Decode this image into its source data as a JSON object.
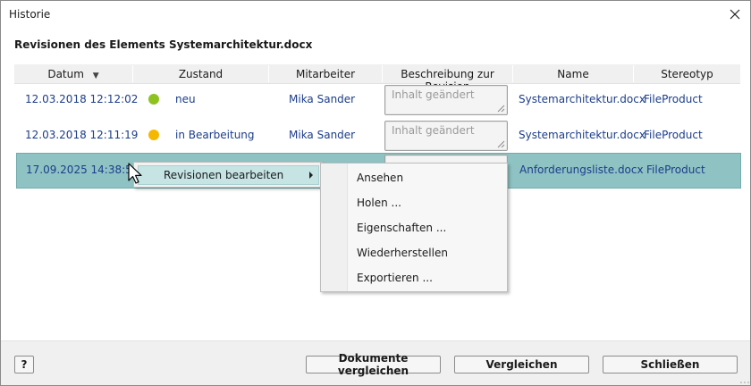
{
  "window": {
    "title": "Historie"
  },
  "heading": "Revisionen des Elements Systemarchitektur.docx",
  "table": {
    "columns": [
      "Datum",
      "Zustand",
      "Mitarbeiter",
      "Beschreibung zur Revision",
      "Name",
      "Stereotyp"
    ],
    "sort_indicator": "▼",
    "rows": [
      {
        "datum": "12.03.2018 12:12:02",
        "zustand": "neu",
        "status_color": "#8dc21f",
        "mitarbeiter": "Mika Sander",
        "beschreibung": "Inhalt geändert",
        "name": "Systemarchitektur.docx",
        "stereotyp": "FileProduct"
      },
      {
        "datum": "12.03.2018 12:11:19",
        "zustand": "in Bearbeitung",
        "status_color": "#f5b800",
        "mitarbeiter": "Mika Sander",
        "beschreibung": "Inhalt geändert",
        "name": "Systemarchitektur.docx",
        "stereotyp": "FileProduct"
      },
      {
        "datum": "17.09.2025 14:38:51",
        "name": "Anforderungsliste.docx",
        "stereotyp": "FileProduct",
        "selected": true
      }
    ]
  },
  "context_menu": {
    "item": "Revisionen bearbeiten",
    "submenu": [
      "Ansehen",
      "Holen ...",
      "Eigenschaften ...",
      "Wiederherstellen",
      "Exportieren ..."
    ]
  },
  "footer": {
    "help_label": "?",
    "compare_docs_label": "Dokumente vergleichen",
    "compare_label": "Vergleichen",
    "close_label": "Schließen"
  },
  "colors": {
    "selection": "#8fc3c3",
    "link_text": "#1b3d8a"
  },
  "icons": [
    "close-icon",
    "sort-down-icon",
    "status-dot-icon",
    "resize-grip-icon",
    "submenu-arrow-icon",
    "mouse-cursor-icon"
  ]
}
